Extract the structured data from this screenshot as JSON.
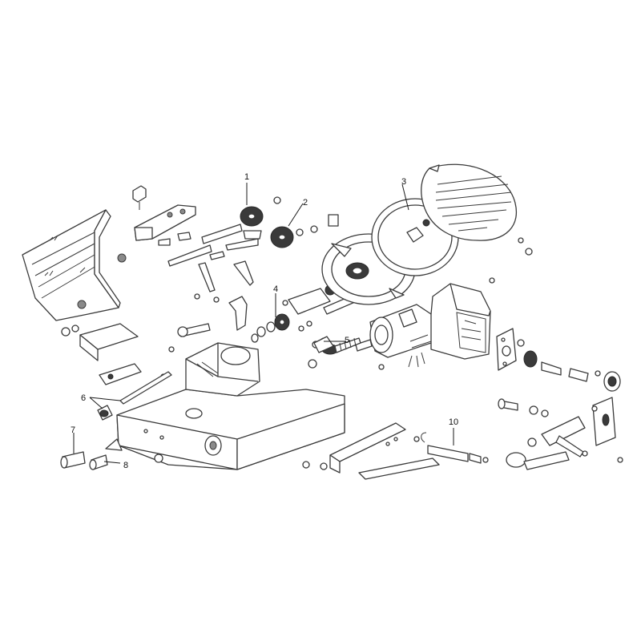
{
  "callouts": {
    "c1": "1",
    "c2": "2",
    "c3": "3",
    "c4": "4",
    "c5": "5",
    "c6": "6",
    "c7": "7",
    "c8": "8",
    "c10": "10"
  }
}
